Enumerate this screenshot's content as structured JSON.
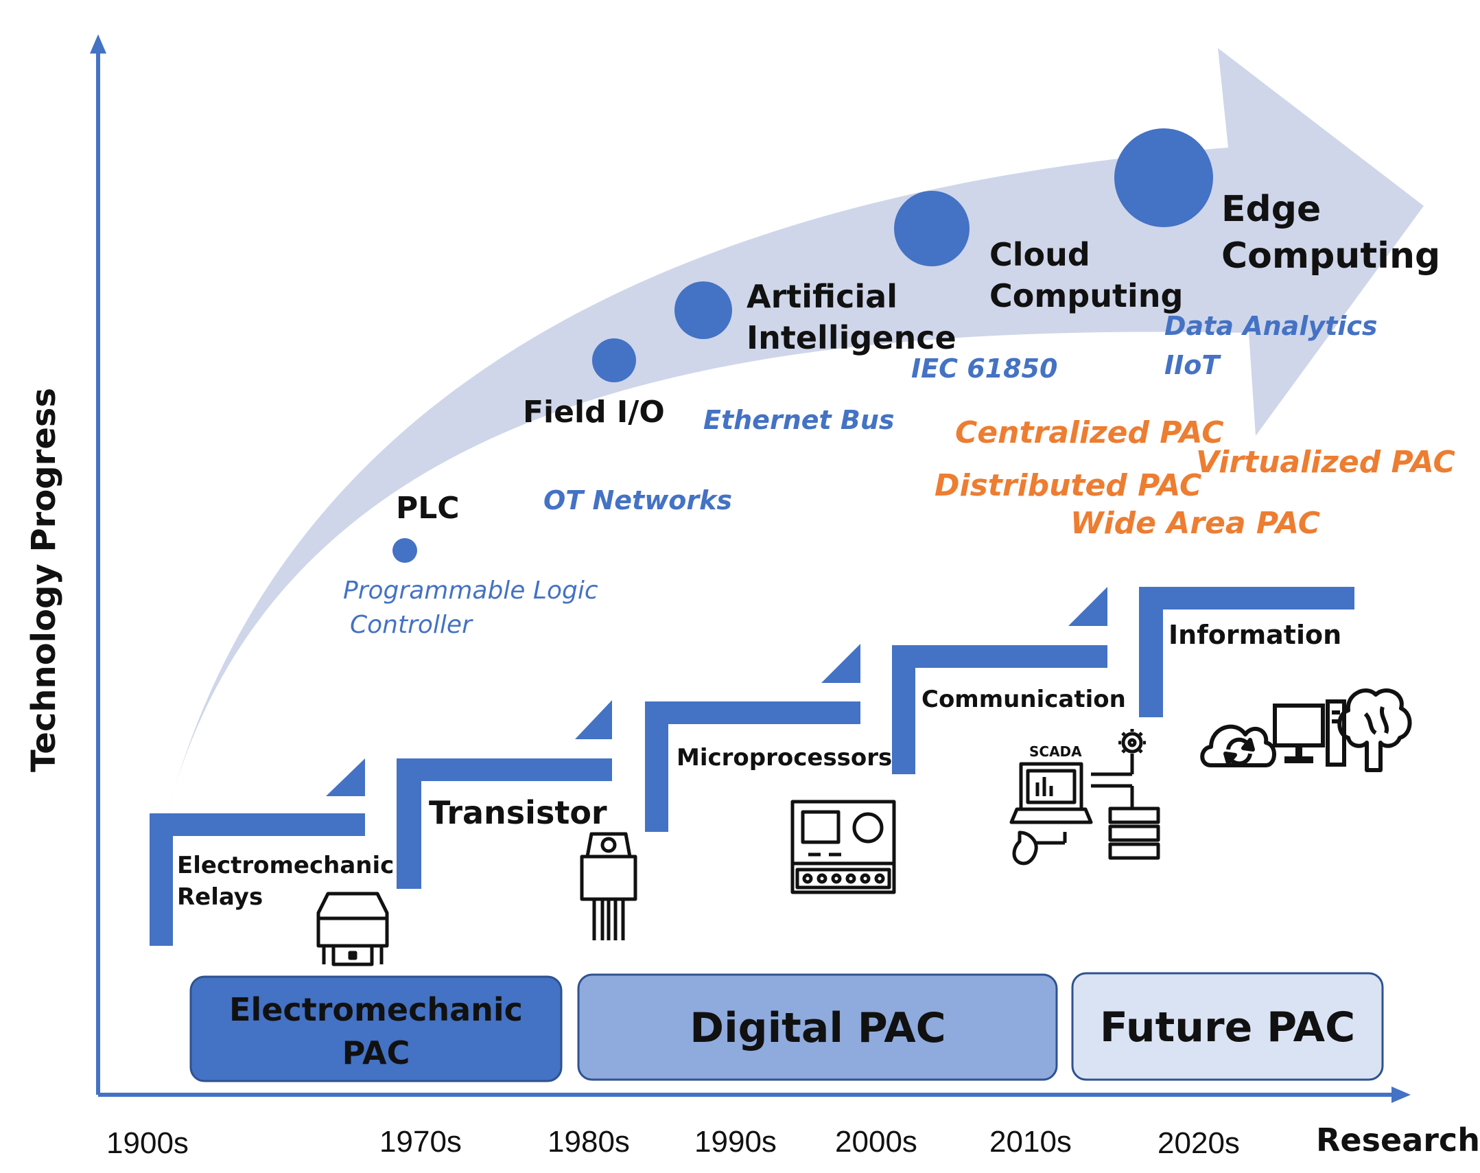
{
  "axes": {
    "y_label": "Technology Progress",
    "x_label": "Research",
    "decades": [
      "1900s",
      "1970s",
      "1980s",
      "1990s",
      "2000s",
      "2010s",
      "2020s"
    ]
  },
  "arrow_milestones": [
    {
      "label": "PLC",
      "sublabel_lines": [
        "Programmable Logic",
        "Controller"
      ]
    },
    {
      "label": "Field I/O",
      "sublabel": "OT Networks"
    },
    {
      "label_lines": [
        "Artificial",
        "Intelligence"
      ],
      "sublabel": "Ethernet Bus"
    },
    {
      "label_lines": [
        "Cloud",
        "Computing"
      ],
      "sublabel": "IEC 61850"
    },
    {
      "label_lines": [
        "Edge",
        "Computing"
      ],
      "sublabel_lines": [
        "Data Analytics",
        "IIoT"
      ]
    }
  ],
  "pac_variants": [
    "Centralized PAC",
    "Virtualized PAC",
    "Distributed PAC",
    "Wide Area PAC"
  ],
  "steps": [
    {
      "label_lines": [
        "Electromechanic",
        "Relays"
      ],
      "icon": "relay-icon"
    },
    {
      "label": "Transistor",
      "icon": "transistor-icon"
    },
    {
      "label": "Microprocessors",
      "icon": "microprocessor-device-icon"
    },
    {
      "label": "Communication",
      "icon": "scada-network-icon",
      "icon_text": "SCADA"
    },
    {
      "label": "Information",
      "icons": [
        "cloud-sync-icon",
        "computer-icon",
        "brain-tree-icon"
      ]
    }
  ],
  "eras": [
    {
      "label_lines": [
        "Electromechanic",
        "PAC"
      ],
      "fill": "#4472c4"
    },
    {
      "label": "Digital PAC",
      "fill": "#8faadc"
    },
    {
      "label": "Future PAC",
      "fill": "#dae3f3"
    }
  ],
  "colors": {
    "axis": "#4472c4",
    "step": "#4472c4",
    "arrow": "#cfd6ea",
    "dot": "#4472c4",
    "italic_blue": "#4472c4",
    "orange": "#ed7d31",
    "era_border": "#2f528f"
  }
}
